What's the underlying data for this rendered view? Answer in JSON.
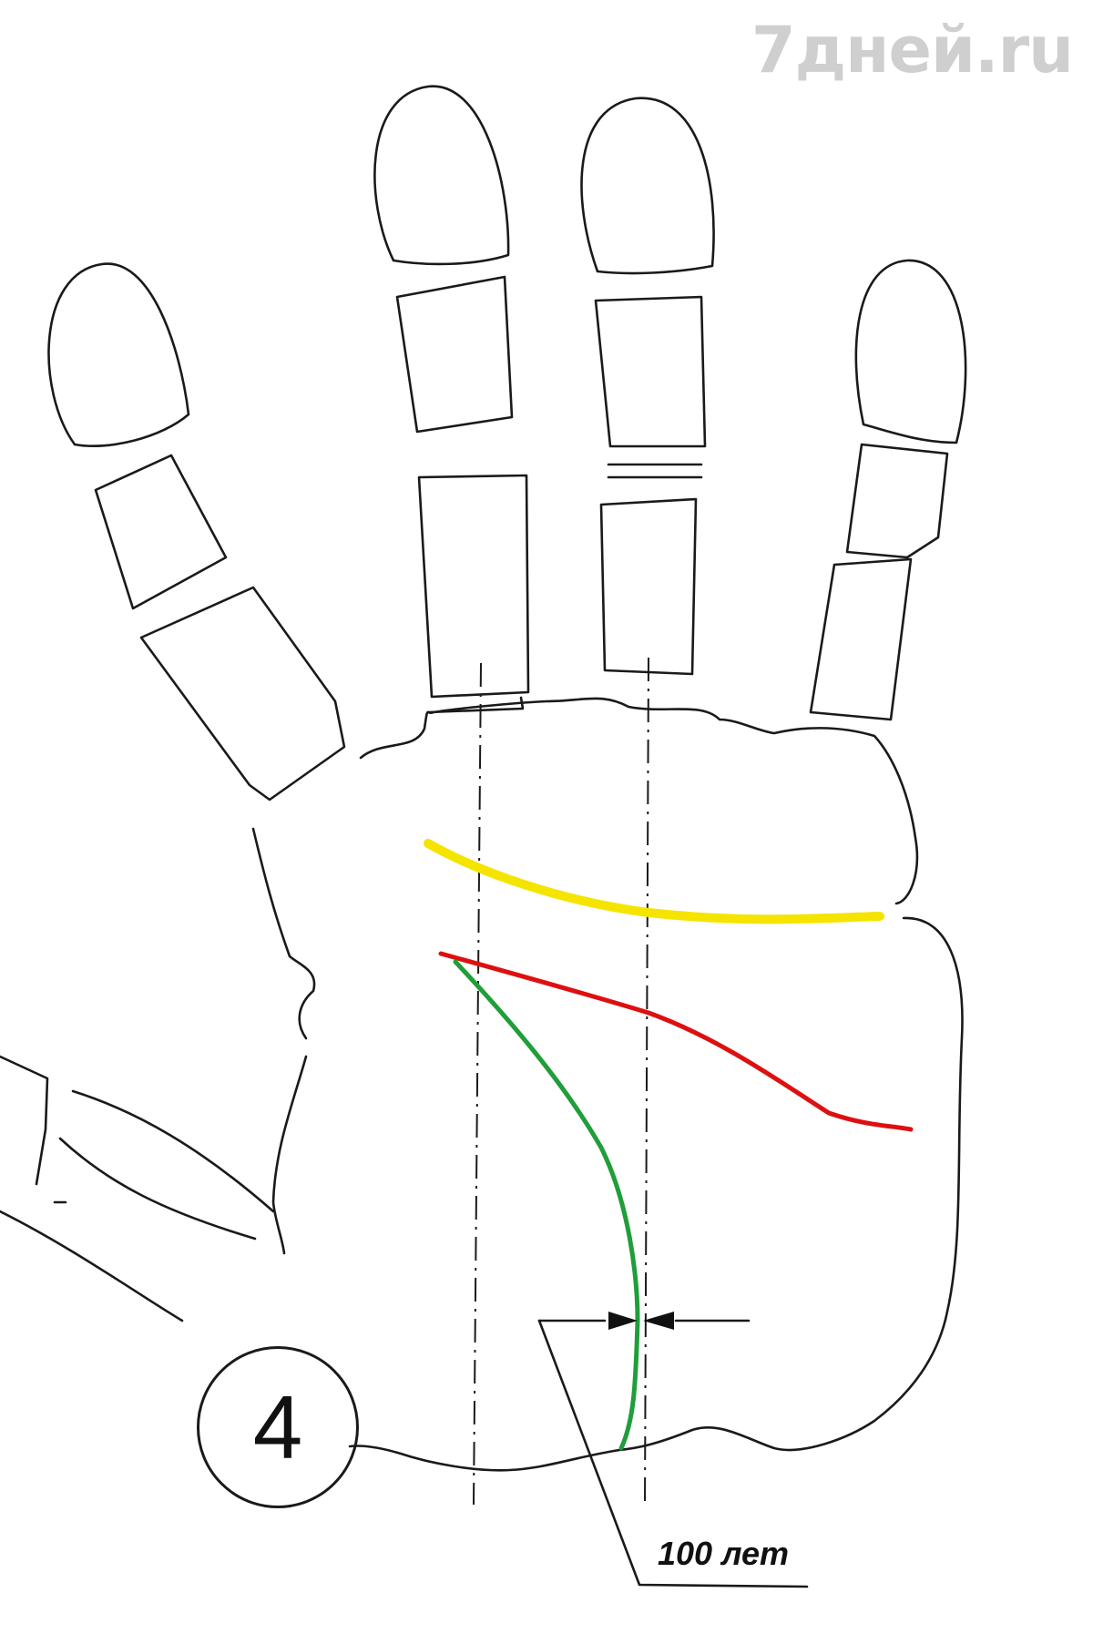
{
  "watermark": "7дней.ru",
  "figure": {
    "number": "4"
  },
  "annotation": {
    "age_label": "100 лет"
  },
  "lines": {
    "heart_line_color": "#f5e400",
    "head_line_color": "#dd1010",
    "life_line_color": "#1f9e3a"
  }
}
